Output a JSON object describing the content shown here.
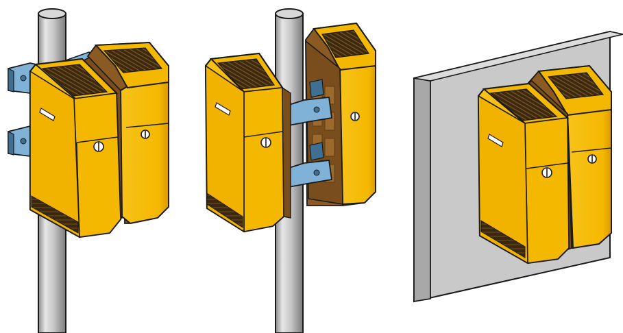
{
  "colors": {
    "background": "#ffffff",
    "cabinet_yellow": "#f5b800",
    "cabinet_yellow_shade": "#d99a00",
    "cabinet_frame_brown": "#8a5a22",
    "cabinet_frame_brown_dark": "#5e3c14",
    "bracket_blue": "#7fb2d6",
    "bracket_blue_dark": "#3f6f93",
    "pole_gray": "#c8c8c8",
    "pole_gray_dark": "#8a8a8a",
    "wall_gray": "#c9c9c9",
    "wall_gray_side": "#a8a8a8",
    "outline": "#1a1a1a"
  },
  "scenes": [
    {
      "id": "pole-mount-front",
      "icon": "pole-mounted-dual-cabinet-icon"
    },
    {
      "id": "pole-mount-rear",
      "icon": "pole-mounted-dual-cabinet-rear-icon"
    },
    {
      "id": "wall-mount",
      "icon": "wall-mounted-dual-cabinet-icon"
    }
  ]
}
